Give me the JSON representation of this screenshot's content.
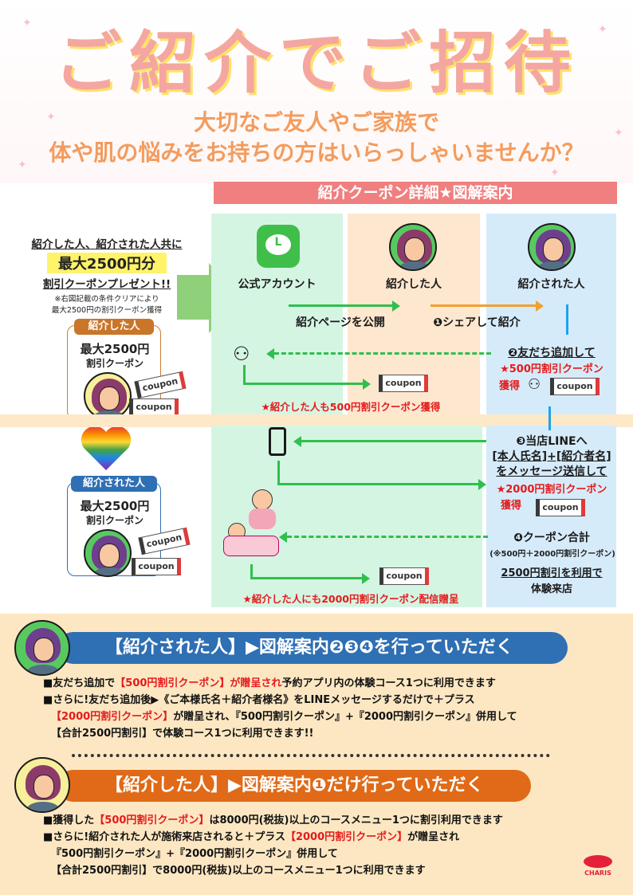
{
  "header": {
    "title": "ご紹介でご招待",
    "subtitle_1": "大切なご友人やご家族で",
    "subtitle_2": "体や肌の悩みをお持ちの方はいらっしゃいませんか？"
  },
  "band_title": "紹介クーポン詳細★図解案内",
  "left_panel": {
    "headline_1": "紹介した人、紹介された人共に",
    "headline_2": "最大2500円分",
    "headline_3": "割引クーポンプレゼント!!",
    "note_1": "※右図記載の条件クリアにより",
    "note_2": "最大2500円の割引クーポン獲得",
    "card_referrer": {
      "tag": "紹介した人",
      "amount": "最大2500円",
      "desc": "割引クーポン"
    },
    "card_referred": {
      "tag": "紹介された人",
      "amount": "最大2500円",
      "desc": "割引クーポン"
    }
  },
  "diagram": {
    "col_official": "公式アカウント",
    "col_referrer": "紹介した人",
    "col_referred": "紹介された人",
    "publish_page": "紹介ページを公開",
    "step1": "❶シェアして紹介",
    "step2": "❷友だち追加して",
    "step2_coupon": "★500円割引クーポン",
    "step2_get": "獲得",
    "referrer_500": "★紹介した人も500円割引クーポン獲得",
    "step3_a": "❸当店LINEへ",
    "step3_b": "[本人氏名]+[紹介者名]",
    "step3_c": "をメッセージ送信して",
    "step3_coupon": "★2000円割引クーポン",
    "step3_get": "獲得",
    "step4": "❹クーポン合計",
    "step4_note": "(※500円＋2000円割引クーポン)",
    "step4_use_1": "2500円割引を利用で",
    "step4_use_2": "体験来店",
    "referrer_2000": "★紹介した人にも2000円割引クーポン配信贈呈",
    "coupon_label": "coupon"
  },
  "section_referred": {
    "pill": "【紹介された人】▶図解案内❷❸❹を行っていただく",
    "l1_a": "■友だち追加で",
    "l1_b": "【500円割引クーポン】が贈呈され",
    "l1_c": "予約アプリ内の体験コース1つに利用できます",
    "l2_a": "■さらに!友だち追加後▶《ご本様氏名＋紹介者様名》をLINEメッセージするだけで＋プラス",
    "l3_a": "【2000円割引クーポン】",
    "l3_b": "が贈呈され、『500円割引クーポン』+『2000円割引クーポン』併用して",
    "l4_a": "【合計2500円割引】で体験コース1つに利用できます!!"
  },
  "section_referrer": {
    "pill": "【紹介した人】▶図解案内❶だけ行っていただく",
    "l1_a": "■獲得した",
    "l1_b": "【500円割引クーポン】",
    "l1_c": "は8000円(税抜)以上のコースメニュー1つに割引利用できます",
    "l2_a": "■さらに!紹介された人が施術来店されると＋プラス",
    "l2_b": "【2000円割引クーポン】",
    "l2_c": "が贈呈され",
    "l3": "『500円割引クーポン』+『2000円割引クーポン』併用して",
    "l4": "【合計2500円割引】で8000円(税抜)以上のコースメニュー1つに利用できます"
  },
  "logo": {
    "text": "CHARIS"
  },
  "colors": {
    "title": "#f4a7a0",
    "subtitle": "#f39c5e",
    "band": "#f07f7f",
    "pill_blue": "#2f6fb3",
    "pill_orange": "#e06a17",
    "accent_red": "#e41b1b",
    "green": "#2fbf4d"
  }
}
